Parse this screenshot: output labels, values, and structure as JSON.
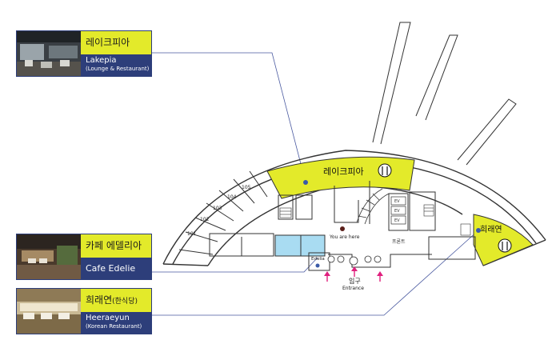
{
  "callouts": [
    {
      "ko": "레이크피아",
      "en": "Lakepia",
      "en_sub": "(Lounge & Restaurant)"
    },
    {
      "ko": "카페 에델리아",
      "en": "Cafe Edelie",
      "en_sub": ""
    },
    {
      "ko": "희래연",
      "ko_paren": "(한식당)",
      "en": "Heeraeyun",
      "en_sub": "(Korean Restaurant)"
    }
  ],
  "map": {
    "lakepia_label": "레이크피아",
    "heeraeyun_label": "희래연",
    "rooms": [
      "101",
      "102",
      "103",
      "104",
      "105"
    ],
    "you_are_here": "You are here",
    "edelia_label": "Edelia",
    "front_desk": "프론트",
    "entrance_ko": "입구",
    "entrance_en": "Entrance",
    "ev_label": "EV",
    "fork_knife_icon": "fork-knife-icon"
  },
  "colors": {
    "highlight_yellow": "#e3ea2a",
    "navy": "#2d3e7a",
    "cafe_blue": "#a9dcf2",
    "arrow_magenta": "#e0207e",
    "marker_blue": "#3b5aa8"
  }
}
